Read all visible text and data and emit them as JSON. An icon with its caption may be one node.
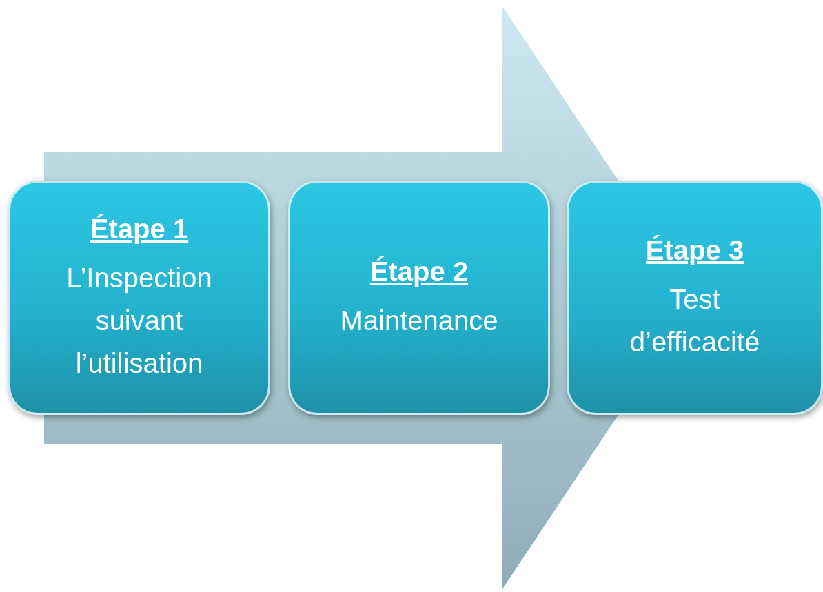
{
  "diagram": {
    "nodes": [
      {
        "text": [
          "Étape 1",
          "L’Inspection suivant l’utilisation"
        ]
      },
      {
        "text": [
          "Étape 2",
          "Maintenance"
        ]
      },
      {
        "text": [
          "Étape 3",
          "Test d’efficacité"
        ]
      }
    ],
    "edges": [
      {
        "from": 0,
        "to": 2,
        "arrow": "to"
      }
    ]
  }
}
